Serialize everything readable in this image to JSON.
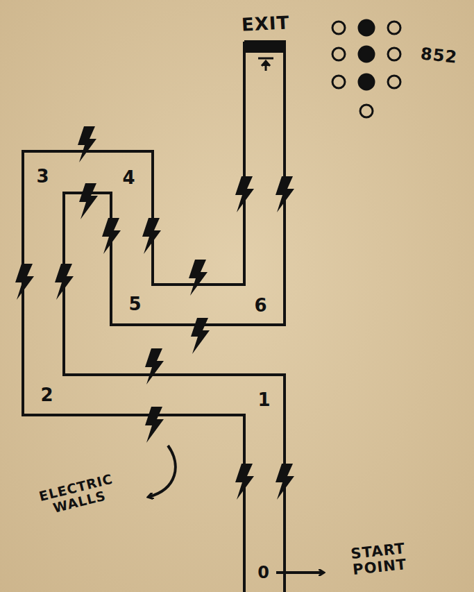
{
  "diagram": {
    "labels": [
      "EXIT",
      "852",
      "3",
      "4",
      "5",
      "6",
      "2",
      "1",
      "0",
      "START POINT",
      "ELECTRIC WALLS"
    ]
  }
}
